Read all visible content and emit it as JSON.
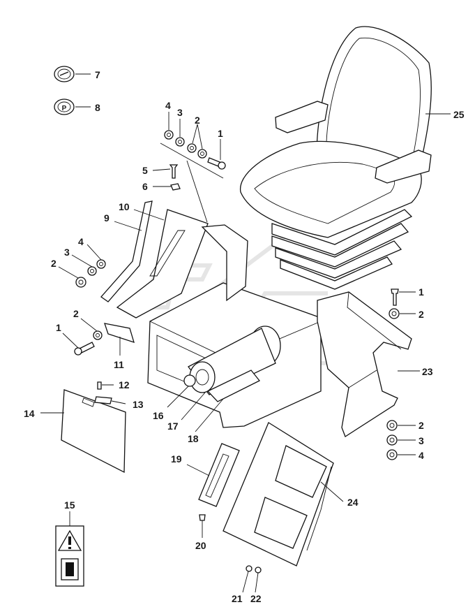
{
  "diagram": {
    "type": "exploded-parts-drawing",
    "subject": "operator seat and seat base assembly",
    "callouts": [
      {
        "id": "c7",
        "label": "7"
      },
      {
        "id": "c8",
        "label": "8"
      },
      {
        "id": "c4a",
        "label": "4"
      },
      {
        "id": "c3a",
        "label": "3"
      },
      {
        "id": "c2a",
        "label": "2"
      },
      {
        "id": "c1a",
        "label": "1"
      },
      {
        "id": "c5",
        "label": "5"
      },
      {
        "id": "c6",
        "label": "6"
      },
      {
        "id": "c10",
        "label": "10"
      },
      {
        "id": "c9",
        "label": "9"
      },
      {
        "id": "c4b",
        "label": "4"
      },
      {
        "id": "c3b",
        "label": "3"
      },
      {
        "id": "c2b",
        "label": "2"
      },
      {
        "id": "c2c",
        "label": "2"
      },
      {
        "id": "c1b",
        "label": "1"
      },
      {
        "id": "c11",
        "label": "11"
      },
      {
        "id": "c12",
        "label": "12"
      },
      {
        "id": "c13",
        "label": "13"
      },
      {
        "id": "c14",
        "label": "14"
      },
      {
        "id": "c16",
        "label": "16"
      },
      {
        "id": "c17",
        "label": "17"
      },
      {
        "id": "c18",
        "label": "18"
      },
      {
        "id": "c19",
        "label": "19"
      },
      {
        "id": "c20",
        "label": "20"
      },
      {
        "id": "c15",
        "label": "15"
      },
      {
        "id": "c21",
        "label": "21"
      },
      {
        "id": "c22",
        "label": "22"
      },
      {
        "id": "c24",
        "label": "24"
      },
      {
        "id": "c25",
        "label": "25"
      },
      {
        "id": "c1c",
        "label": "1"
      },
      {
        "id": "c2d",
        "label": "2"
      },
      {
        "id": "c23",
        "label": "23"
      },
      {
        "id": "c2e",
        "label": "2"
      },
      {
        "id": "c3c",
        "label": "3"
      },
      {
        "id": "c4c",
        "label": "4"
      }
    ],
    "symbols": {
      "decal_8_letter": "P"
    },
    "colors": {
      "line": "#111111",
      "background": "#ffffff",
      "watermark": "#d0d0d0"
    }
  }
}
